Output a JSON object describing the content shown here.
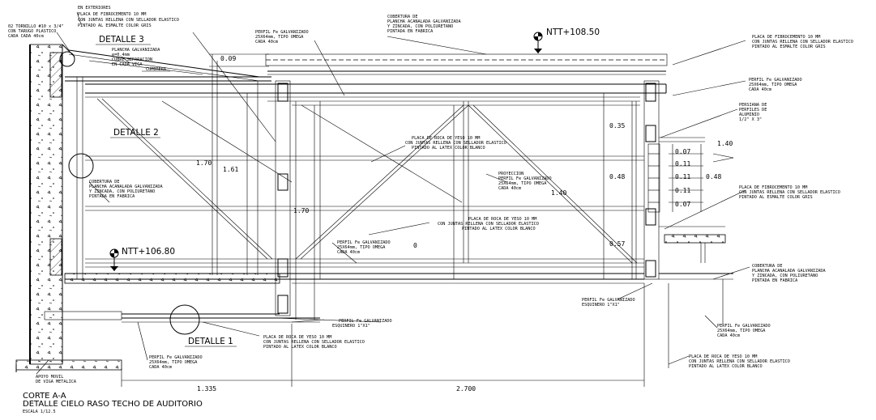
{
  "title": {
    "line1": "CORTE A-A",
    "line2": "DETALLE CIELO RASO TECHO DE AUDITORIO",
    "scale": "ESCALA 1/12.5"
  },
  "levels": {
    "top": "NTT+108.50",
    "bottom": "NTT+106.80"
  },
  "details": {
    "d1": "DETALLE 1",
    "d2": "DETALLE 2",
    "d3": "DETALLE 3"
  },
  "notes": {
    "exteriores": "EN EXTERIORES",
    "fibro_top": "PLACA DE FIBROCEMENTO 10 MM",
    "fibro_top2": "CON JUNTAS RELLENA CON SELLADOR ELASTICO",
    "fibro_top3": "PINTADO AL ESMALTE COLOR GRIS",
    "tornillo1": "02 TORNILLO #10 x 3/4\"",
    "tornillo2": "CON TARUGO PLASTICO",
    "tornillo3": "CADA CADA 40cm",
    "plancha1": "PLANCHA GALVANIZADA",
    "plancha2": "e=0.4mm",
    "plancha3": "CUBRE SEPARACION",
    "plancha4": "EN CADA VIGA",
    "cumbrera": "CUMBRERA",
    "perfil_top1": "PERFIL Fe GALVANIZADO",
    "perfil_top2": "25X64mm, TIPO OMEGA",
    "perfil_top3": "CADA 40cm",
    "cob_top1": "COBERTURA DE",
    "cob_top2": "PLANCHA ACANALADA GALVANIZADA",
    "cob_top3": "Y ZINCADA, CON POLIURETANO",
    "cob_top4": "PINTADA EN FABRICA",
    "fibro_r1": "PLACA DE FIBROCEMENTO 10 MM",
    "fibro_r2": "CON JUNTAS RELLENA CON SELLADOR ELASTICO",
    "fibro_r3": "PINTADO AL ESMALTE COLOR GRIS",
    "perfil_r1": "PERFIL Fe GALVANIZADO",
    "perfil_r2": "25X64mm, TIPO OMEGA",
    "perfil_r3": "CADA 40cm",
    "persiana1": "PERSIANA DE",
    "persiana2": "PERFILES DE",
    "persiana3": "ALUMINIO",
    "persiana4": "1/2\" X 3\"",
    "roca_c1": "PLACA DE ROCA DE YESO 10 MM",
    "roca_c2": "CON JUNTAS RELLENA CON SELLADOR ELASTICO",
    "roca_c3": "PINTADO AL LATEX COLOR BLANCO",
    "proy1": "PROYECCION",
    "proy2": "PERFIL Fe GALVANIZADO",
    "proy3": "25X64mm, TIPO OMEGA",
    "proy4": "CADA 40cm",
    "cob_l1": "COBERTURA DE",
    "cob_l2": "PLANCHA ACANALADA GALVANIZADA",
    "cob_l3": "Y ZINCADA, CON POLIURETANO",
    "cob_l4": "PINTADA EN FABRICA",
    "roca_m1": "PLACA DE ROCA DE YESO 10 MM",
    "roca_m2": "CON JUNTAS RELLENA CON SELLADOR ELASTICO",
    "roca_m3": "PINTADO AL LATEX COLOR BLANCO",
    "perfil_m1": "PERFIL Fe GALVANIZADO",
    "perfil_m2": "25X64mm, TIPO OMEGA",
    "perfil_m3": "CADA 40cm",
    "fibro_m1": "PLACA DE FIBROCEMENTO 10 MM",
    "fibro_m2": "CON JUNTAS RELLENA CON SELLADOR ELASTICO",
    "fibro_m3": "PINTADO AL ESMALTE COLOR GRIS",
    "cob_r1": "COBERTURA DE",
    "cob_r2": "PLANCHA ACANALADA GALVANIZADA",
    "cob_r3": "Y ZINCADA, CON POLIURETANO",
    "cob_r4": "PINTADA EN FABRICA",
    "esq_r1": "PERFIL Fe GALVANIZADO",
    "esq_r2": "ESQUINERO 1\"X1\"",
    "esq_b1": "PERFIL Fe GALVANIZADO",
    "esq_b2": "ESQUINERO 1\"X1\"",
    "roca_b1": "PLACA DE ROCA DE YESO 10 MM",
    "roca_b2": "CON JUNTAS RELLENA CON SELLADOR ELASTICO",
    "roca_b3": "PINTADO AL LATEX COLOR BLANCO",
    "perfil_b1": "PERFIL Fe GALVANIZADO",
    "perfil_b2": "25X64mm, TIPO OMEGA",
    "perfil_b3": "CADA 40cm",
    "apoyo1": "APOYO MOVIL",
    "apoyo2": "DE VIGA METALICA",
    "perfil_br1": "PERFIL Fe GALVANIZADO",
    "perfil_br2": "25X64mm, TIPO OMEGA",
    "perfil_br3": "CADA 40cm",
    "roca_br1": "PLACA DE ROCA DE YESO 10 MM",
    "roca_br2": "CON JUNTAS RELLENA CON SELLADOR ELASTICO",
    "roca_br3": "PINTADO AL LATEX COLOR BLANCO"
  },
  "dims": {
    "d009": "0.09",
    "d170a": "1.70",
    "d161": "1.61",
    "d170b": "1.70",
    "d140a": "1.40",
    "d035": "0.35",
    "d048a": "0.48",
    "d057": "0.57",
    "d007a": "0.07",
    "d011a": "0.11",
    "d011b": "0.11",
    "d011c": "0.11",
    "d007b": "0.07",
    "d048b": "0.48",
    "d140b": "1.40",
    "d1335": "1.335",
    "d2700": "2.700",
    "zero": "0"
  }
}
